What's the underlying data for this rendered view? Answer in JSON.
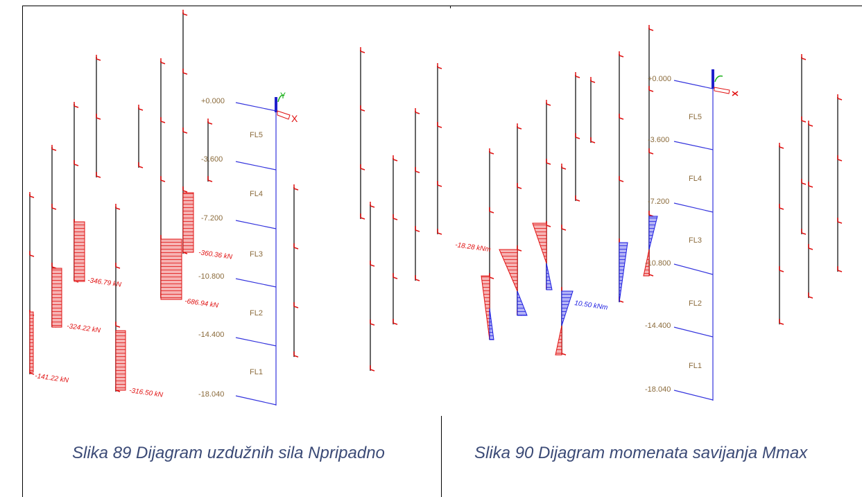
{
  "captions": {
    "left": "Slika 89 Dijagram uzdužnih sila Npripadno",
    "right": "Slika 90 Dijagram momenata savijanja Mmax"
  },
  "left_diagram": {
    "levels": [
      "+0.000",
      "-3.600",
      "-7.200",
      "-10.800",
      "-14.400",
      "-18.040"
    ],
    "floors": [
      "FL5",
      "FL4",
      "FL3",
      "FL2",
      "FL1"
    ],
    "values": [
      "-141.22 kN",
      "-324.22 kN",
      "-346.79 kN",
      "-316.50 kN",
      "-686.94 kN",
      "-360.36 kN"
    ],
    "axis_x": "X",
    "axis_y": "Y"
  },
  "right_diagram": {
    "levels": [
      "+0.000",
      "-3.600",
      "-7.200",
      "-10.800",
      "-14.400",
      "-18.040"
    ],
    "floors": [
      "FL5",
      "FL4",
      "FL3",
      "FL2",
      "FL1"
    ],
    "values": [
      "-18.28 kNm",
      "10.50 kNm"
    ]
  },
  "colors": {
    "column": "#555555",
    "support": "#e01010",
    "axis": "#3333dd",
    "fill_red": "#f4a9a9",
    "fill_blue": "#a9a9f4"
  }
}
